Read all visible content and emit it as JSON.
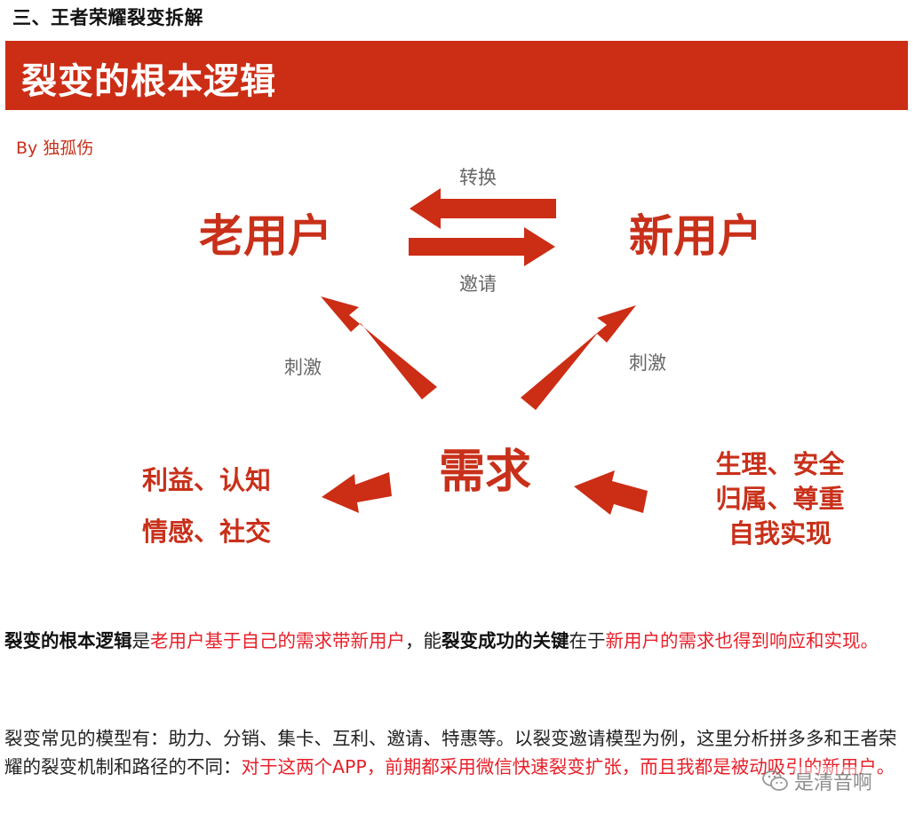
{
  "heading": "三、王者荣耀裂变拆解",
  "figure": {
    "banner_title": "裂变的根本逻辑",
    "byline": "By 独孤伤",
    "nodes": {
      "old_user": "老用户",
      "new_user": "新用户",
      "need": "需求"
    },
    "edge_labels": {
      "convert": "转换",
      "invite": "邀请",
      "stimulate_left": "刺激",
      "stimulate_right": "刺激"
    },
    "left_box": [
      "利益、认知",
      "情感、社交"
    ],
    "right_box": [
      "生理、安全",
      "归属、尊重",
      "自我实现"
    ],
    "colors": {
      "accent": "#cc2d15",
      "text_red": "#c8301a"
    }
  },
  "para1": {
    "s1": "裂变的根本逻辑",
    "s2": "是",
    "s3": "老用户基于自己的需求带新用户",
    "s4": "，能",
    "s5": "裂变成功的关键",
    "s6": "在于",
    "s7": "新用户的需求也得到响应和实现。"
  },
  "para2": {
    "s1": "裂变常见的模型有：助力、分销、集卡、互利、邀请、特惠等。以裂变邀请模型为例，这里分析拼多多和王者荣耀的裂变机制和路径的不同：",
    "s2": "对于这两个APP，前期都采用微信快速裂变扩张，而且我都是被动吸引的新用户。"
  },
  "watermark": {
    "text": "是清音啊",
    "icon": "wechat-icon"
  }
}
